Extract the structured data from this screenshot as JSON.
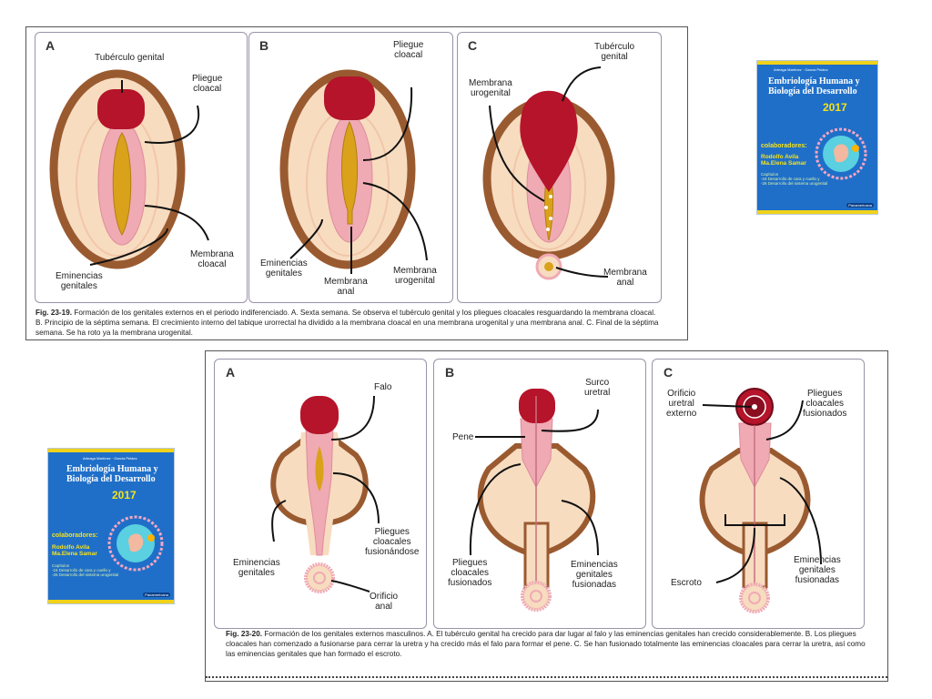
{
  "fig1": {
    "panels": [
      {
        "letter": "A",
        "labels": {
          "tuberculo": "Tubérculo genital",
          "pliegue": "Pliegue\ncloacal",
          "membrana": "Membrana\ncloacal",
          "eminencias": "Eminencias\ngenitales"
        }
      },
      {
        "letter": "B",
        "labels": {
          "pliegue": "Pliegue\ncloacal",
          "eminencias": "Eminencias\ngenitales",
          "anal": "Membrana\nanal",
          "urogenital": "Membrana\nurogenital"
        }
      },
      {
        "letter": "C",
        "labels": {
          "tuberculo": "Tubérculo\ngenital",
          "urogenital": "Membrana\nurogenital",
          "anal": "Membrana\nanal"
        }
      }
    ],
    "caption_bold": "Fig. 23-19.",
    "caption": " Formación de los genitales externos en el periodo indiferenciado. A. Sexta semana. Se observa el tubérculo genital y los pliegues cloacales resguardando la membrana cloacal. B. Principio de la séptima semana. El crecimiento interno del tabique urorrectal ha dividido a la membrana cloacal en una membrana urogenital y una membrana anal. C. Final de la séptima semana. Se ha roto ya la membrana urogenital."
  },
  "fig2": {
    "panels": [
      {
        "letter": "A",
        "labels": {
          "falo": "Falo",
          "pliegues": "Pliegues\ncloacales\nfusionándose",
          "eminencias": "Eminencias\ngenitales",
          "orificio": "Orificio\nanal"
        }
      },
      {
        "letter": "B",
        "labels": {
          "surco": "Surco\nuretral",
          "pene": "Pene",
          "pliegues": "Pliegues\ncloacales\nfusionados",
          "eminencias": "Eminencias\ngenitales\nfusionadas"
        }
      },
      {
        "letter": "C",
        "labels": {
          "orificio": "Orificio\nuretral\nexterno",
          "pliegues": "Pliegues\ncloacales\nfusionados",
          "escroto": "Escroto",
          "eminencias": "Eminencias\ngenitales\nfusionadas"
        }
      }
    ],
    "caption_bold": "Fig. 23-20.",
    "caption": " Formación de los genitales externos masculinos. A. El tubérculo genital ha crecido para dar lugar al falo y las eminencias genitales han crecido considerablemente. B. Los pliegues cloacales han comenzado a fusionarse para cerrar la uretra y ha crecido más el falo para formar el pene. C. Se han fusionado totalmente las eminencias cloacales para cerrar la uretra, así como las eminencias genitales que han formado el escroto."
  },
  "book": {
    "authors": "Arteaga Martínez · García Peláez",
    "title": "Embriología Humana y\nBiología del Desarrollo",
    "year": "2017",
    "collab": "colaboradores:",
    "names": "Rodolfo Avila\nMa.Elena Samar",
    "chapters": "Capítulos\n-16 Desarrollo de cara y cuello y\n-26 Desarrollo del sistema urogenital",
    "publisher": "Panamericana"
  },
  "colors": {
    "tubercle": "#b5142a",
    "fold": "#efaab4",
    "body": "#f7dcc0",
    "rim": "#9a5a30",
    "membrane": "#d9a21a"
  }
}
